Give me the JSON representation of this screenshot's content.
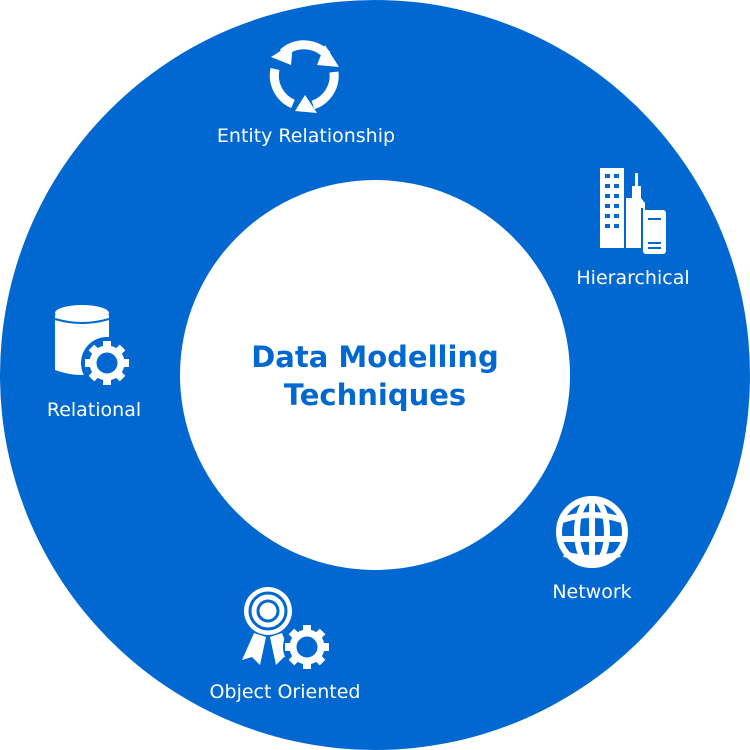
{
  "colors": {
    "ring": "#0068d0",
    "center": "#ffffff",
    "title": "#0068d0"
  },
  "title": {
    "line1": "Data Modelling",
    "line2": "Techniques"
  },
  "techniques": [
    {
      "label": "Entity Relationship",
      "icon": "cycle-arrows-icon"
    },
    {
      "label": "Hierarchical",
      "icon": "buildings-icon"
    },
    {
      "label": "Network",
      "icon": "globe-icon"
    },
    {
      "label": "Object Oriented",
      "icon": "award-gear-icon"
    },
    {
      "label": "Relational",
      "icon": "database-gear-icon"
    }
  ]
}
